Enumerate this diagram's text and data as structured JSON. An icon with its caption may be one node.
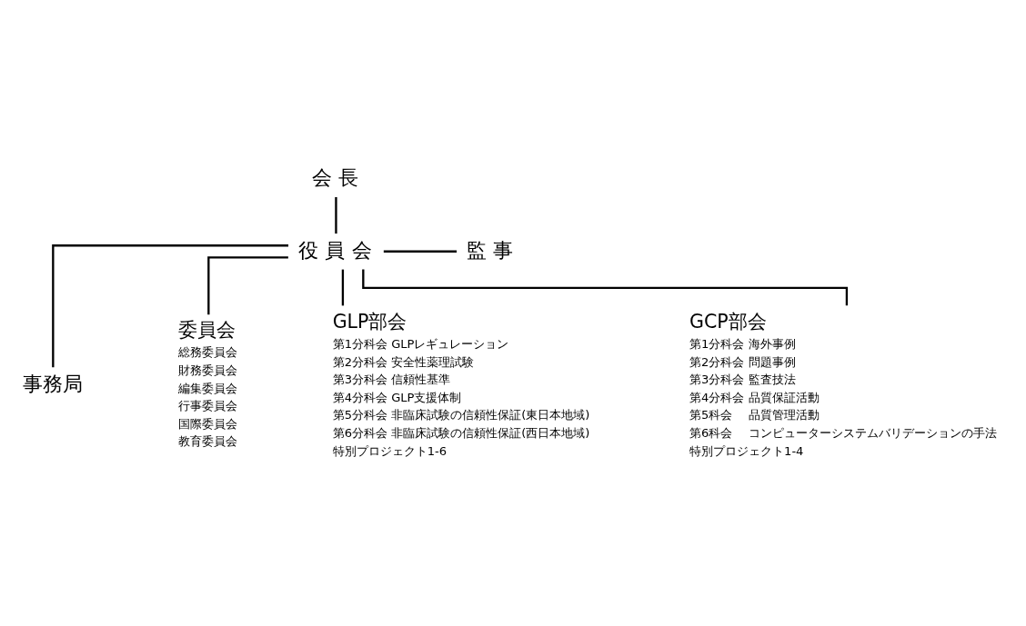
{
  "diagram": {
    "nodes": [
      {
        "text": [
          "会 長"
        ]
      },
      {
        "text": [
          "役 員 会"
        ]
      },
      {
        "text": [
          "監 事"
        ]
      },
      {
        "text": [
          "事務局"
        ]
      },
      {
        "text": [
          "委員会",
          "総務委員会",
          "財務委員会",
          "編集委員会",
          "行事委員会",
          "国際委員会",
          "教育委員会"
        ]
      },
      {
        "text": [
          "GLP部会",
          "第1分科会 GLPレギュレーション",
          "第2分科会 安全性薬理試験",
          "第3分科会 信頼性基準",
          "第4分科会 GLP支援体制",
          "第5分科会 非臨床試験の信頼性保証(東日本地域)",
          "第6分科会 非臨床試験の信頼性保証(西日本地域)",
          "特別プロジェクト1-6"
        ]
      },
      {
        "text": [
          "GCP部会",
          "第1分科会 海外事例",
          "第2分科会 問題事例",
          "第3分科会 監査技法",
          "第4分科会 品質保証活動",
          "第5科会　 品質管理活動",
          "第6科会　 コンピューターシステムバリデーションの手法",
          "特別プロジェクト1-4"
        ]
      }
    ],
    "edges": [
      {
        "from": 0,
        "to": 1,
        "arrow": "none"
      },
      {
        "from": 1,
        "to": 2,
        "arrow": "none"
      },
      {
        "from": 1,
        "to": 3,
        "arrow": "none"
      },
      {
        "from": 1,
        "to": 4,
        "arrow": "none"
      },
      {
        "from": 1,
        "to": 5,
        "arrow": "none"
      },
      {
        "from": 1,
        "to": 6,
        "arrow": "none"
      }
    ]
  }
}
